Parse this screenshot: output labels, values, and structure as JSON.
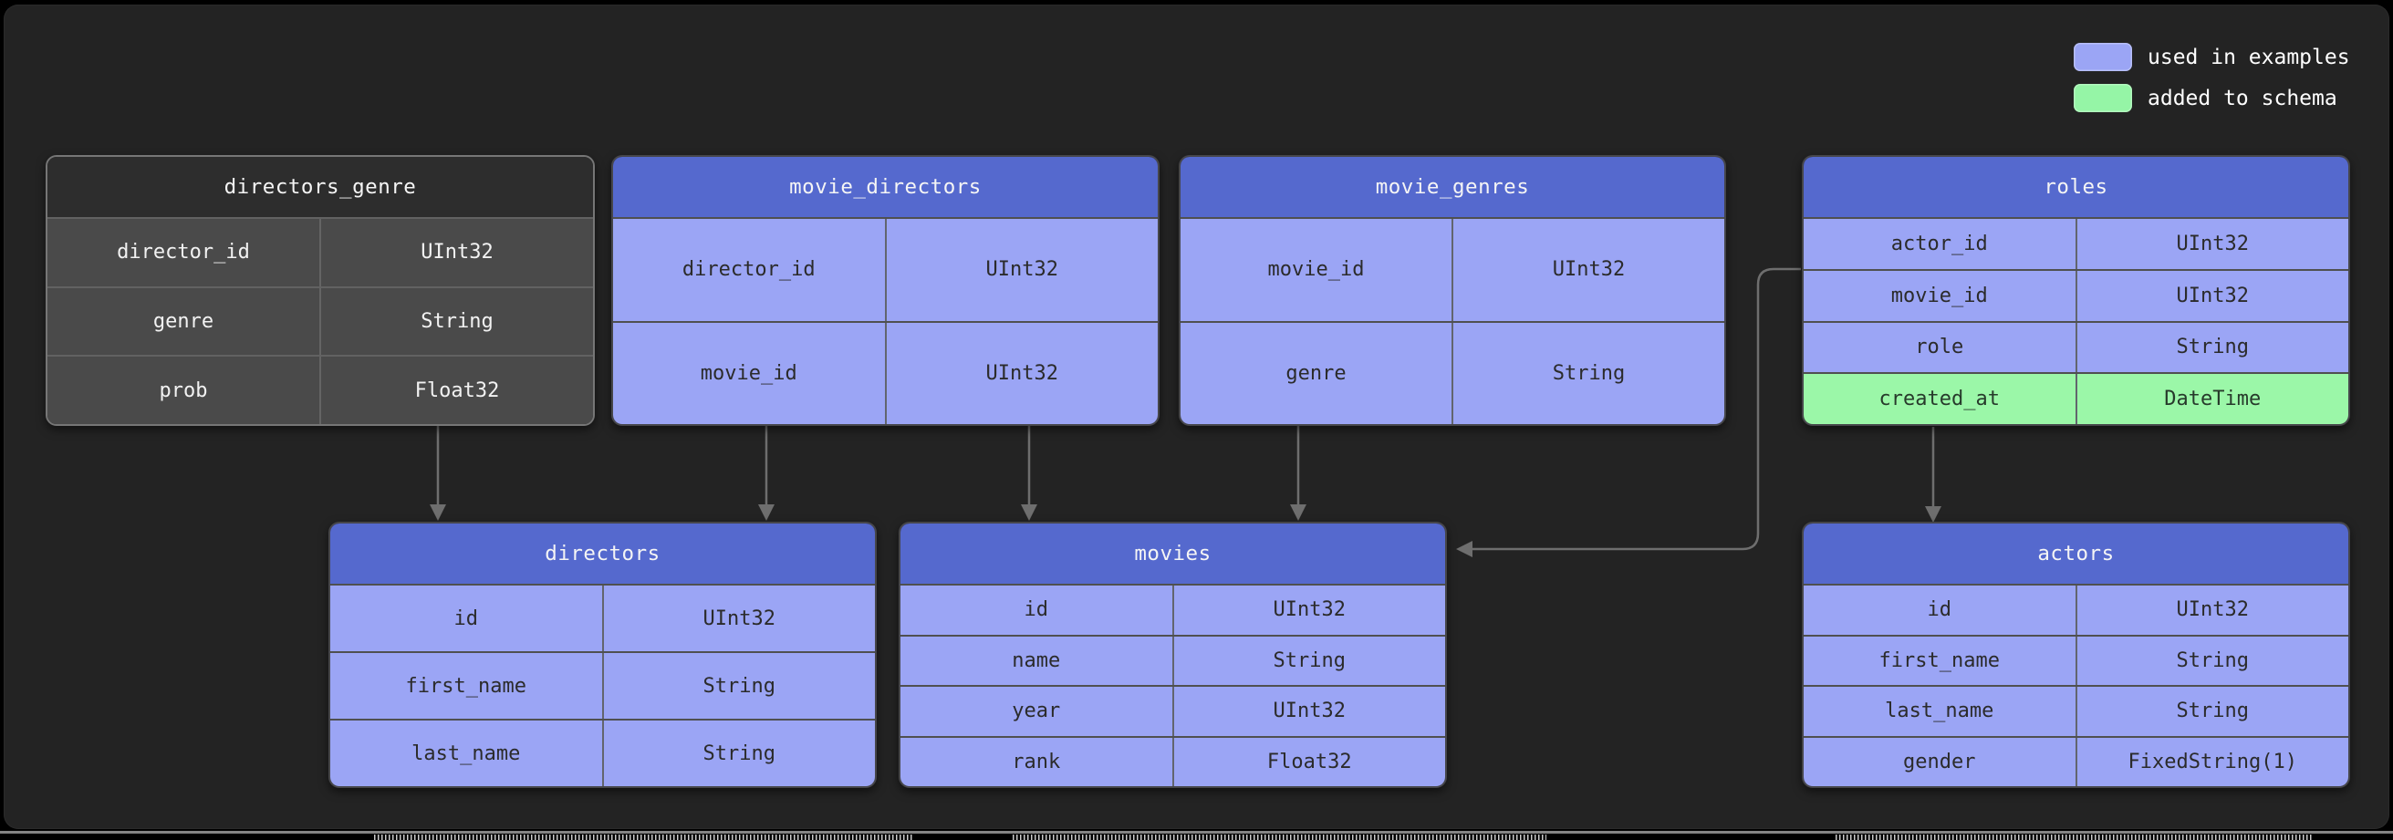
{
  "legend": {
    "items": [
      {
        "label": "used in examples",
        "swatch_color": "#9ba5f5"
      },
      {
        "label": "added to schema",
        "swatch_color": "#95f5a6"
      }
    ]
  },
  "tables": {
    "directors_genre": {
      "title": "directors_genre",
      "style": "dark",
      "fields": [
        {
          "name": "director_id",
          "type": "UInt32"
        },
        {
          "name": "genre",
          "type": "String"
        },
        {
          "name": "prob",
          "type": "Float32"
        }
      ]
    },
    "movie_directors": {
      "title": "movie_directors",
      "style": "used_in_examples",
      "fields": [
        {
          "name": "director_id",
          "type": "UInt32"
        },
        {
          "name": "movie_id",
          "type": "UInt32"
        }
      ]
    },
    "movie_genres": {
      "title": "movie_genres",
      "style": "used_in_examples",
      "fields": [
        {
          "name": "movie_id",
          "type": "UInt32"
        },
        {
          "name": "genre",
          "type": "String"
        }
      ]
    },
    "roles": {
      "title": "roles",
      "style": "used_in_examples",
      "fields": [
        {
          "name": "actor_id",
          "type": "UInt32"
        },
        {
          "name": "movie_id",
          "type": "UInt32"
        },
        {
          "name": "role",
          "type": "String"
        },
        {
          "name": "created_at",
          "type": "DateTime",
          "added_to_schema": true
        }
      ]
    },
    "directors": {
      "title": "directors",
      "style": "used_in_examples",
      "fields": [
        {
          "name": "id",
          "type": "UInt32"
        },
        {
          "name": "first_name",
          "type": "String"
        },
        {
          "name": "last_name",
          "type": "String"
        }
      ]
    },
    "movies": {
      "title": "movies",
      "style": "used_in_examples",
      "fields": [
        {
          "name": "id",
          "type": "UInt32"
        },
        {
          "name": "name",
          "type": "String"
        },
        {
          "name": "year",
          "type": "UInt32"
        },
        {
          "name": "rank",
          "type": "Float32"
        }
      ]
    },
    "actors": {
      "title": "actors",
      "style": "used_in_examples",
      "fields": [
        {
          "name": "id",
          "type": "UInt32"
        },
        {
          "name": "first_name",
          "type": "String"
        },
        {
          "name": "last_name",
          "type": "String"
        },
        {
          "name": "gender",
          "type": "FixedString(1)"
        }
      ]
    }
  },
  "relationships": [
    {
      "from": "directors_genre",
      "to": "directors"
    },
    {
      "from": "movie_directors",
      "to": "directors"
    },
    {
      "from": "movie_directors",
      "to": "movies"
    },
    {
      "from": "movie_genres",
      "to": "movies"
    },
    {
      "from": "roles",
      "to": "movies"
    },
    {
      "from": "roles",
      "to": "actors"
    }
  ],
  "colors": {
    "panel_background": "#232323",
    "table_header_blue": "#5569ce",
    "table_row_blue": "#9ba5f5",
    "added_row_green": "#9bf7a8",
    "dark_table_header": "#2d2d2d",
    "dark_table_row": "#4a4a4a",
    "arrow": "#6e6e6e"
  }
}
